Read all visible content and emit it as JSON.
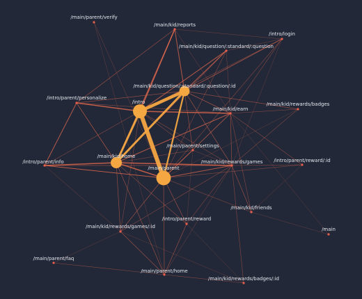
{
  "graph": {
    "background": "#222838",
    "edge_color": "#e86a4e",
    "node_color": "#e85f4e",
    "hub_color": "#f5a742",
    "label_color": "#e6e8ee",
    "nodes": [
      {
        "id": "verify",
        "label": "/main/parent/verify",
        "weight": 1
      },
      {
        "id": "reports",
        "label": "/main/kid/reports",
        "weight": 1
      },
      {
        "id": "login",
        "label": "/intro/login",
        "weight": 1
      },
      {
        "id": "qstd",
        "label": "/main/kid/question/:standard/:question",
        "weight": 1
      },
      {
        "id": "qstdid",
        "label": "/main/kid/question/:standard/:question/:id",
        "weight": 4
      },
      {
        "id": "personalize",
        "label": "/intro/parent/personalize",
        "weight": 1
      },
      {
        "id": "intro",
        "label": "/intro",
        "weight": 9
      },
      {
        "id": "earn",
        "label": "/main/kid/earn",
        "weight": 1
      },
      {
        "id": "badges",
        "label": "/main/kid/rewards/badges",
        "weight": 1
      },
      {
        "id": "settings",
        "label": "/main/parent/settings",
        "weight": 1
      },
      {
        "id": "home",
        "label": "/main/kid/home",
        "weight": 5
      },
      {
        "id": "info",
        "label": "/intro/parent/info",
        "weight": 1
      },
      {
        "id": "parent",
        "label": "/main/parent",
        "weight": 10
      },
      {
        "id": "games",
        "label": "/main/kid/rewards/games",
        "weight": 1
      },
      {
        "id": "rewardid",
        "label": "/intro/parent/reward/:id",
        "weight": 1
      },
      {
        "id": "friends",
        "label": "/main/kid/friends",
        "weight": 1
      },
      {
        "id": "gamesid",
        "label": "/main/kid/rewards/games/:id",
        "weight": 1
      },
      {
        "id": "ireward",
        "label": "/intro/parent/reward",
        "weight": 1
      },
      {
        "id": "main",
        "label": "/main",
        "weight": 1
      },
      {
        "id": "faq",
        "label": "/main/parent/faq",
        "weight": 1
      },
      {
        "id": "phome",
        "label": "/main/parent/home",
        "weight": 1
      },
      {
        "id": "badgesid",
        "label": "/main/kid/rewards/badges/:id",
        "weight": 1
      }
    ],
    "edges": [
      {
        "source": "intro",
        "target": "parent",
        "weight": 8
      },
      {
        "source": "intro",
        "target": "qstdid",
        "weight": 6
      },
      {
        "source": "home",
        "target": "qstdid",
        "weight": 4
      },
      {
        "source": "intro",
        "target": "home",
        "weight": 4
      },
      {
        "source": "parent",
        "target": "qstdid",
        "weight": 3
      },
      {
        "source": "home",
        "target": "parent",
        "weight": 2
      },
      {
        "source": "intro",
        "target": "personalize",
        "weight": 2
      },
      {
        "source": "intro",
        "target": "reports",
        "weight": 2
      },
      {
        "source": "intro",
        "target": "earn",
        "weight": 2
      },
      {
        "source": "intro",
        "target": "qstd",
        "weight": 1.5
      },
      {
        "source": "home",
        "target": "info",
        "weight": 2
      },
      {
        "source": "home",
        "target": "games",
        "weight": 2
      },
      {
        "source": "home",
        "target": "earn",
        "weight": 1.5
      },
      {
        "source": "home",
        "target": "reports",
        "weight": 1.5
      },
      {
        "source": "home",
        "target": "personalize",
        "weight": 1.2
      },
      {
        "source": "parent",
        "target": "games",
        "weight": 1.5
      },
      {
        "source": "parent",
        "target": "info",
        "weight": 1.2
      },
      {
        "source": "parent",
        "target": "earn",
        "weight": 1.2
      },
      {
        "source": "qstdid",
        "target": "reports",
        "weight": 1.5
      },
      {
        "source": "qstdid",
        "target": "qstd",
        "weight": 1.5
      },
      {
        "source": "qstdid",
        "target": "login",
        "weight": 1.2
      },
      {
        "source": "qstdid",
        "target": "earn",
        "weight": 1.2
      },
      {
        "source": "qstdid",
        "target": "badges",
        "weight": 1
      },
      {
        "source": "qstdid",
        "target": "games",
        "weight": 1
      },
      {
        "source": "qstdid",
        "target": "settings",
        "weight": 1
      },
      {
        "source": "qstdid",
        "target": "personalize",
        "weight": 1
      },
      {
        "source": "personalize",
        "target": "info",
        "weight": 1.5
      },
      {
        "source": "personalize",
        "target": "reports",
        "weight": 1
      },
      {
        "source": "personalize",
        "target": "earn",
        "weight": 0.8
      },
      {
        "source": "info",
        "target": "games",
        "weight": 1
      },
      {
        "source": "info",
        "target": "parent",
        "weight": 1
      },
      {
        "source": "earn",
        "target": "games",
        "weight": 1
      },
      {
        "source": "earn",
        "target": "login",
        "weight": 0.8
      },
      {
        "source": "earn",
        "target": "badges",
        "weight": 0.8
      },
      {
        "source": "earn",
        "target": "rewardid",
        "weight": 0.8
      },
      {
        "source": "earn",
        "target": "friends",
        "weight": 0.8
      },
      {
        "source": "games",
        "target": "friends",
        "weight": 1
      },
      {
        "source": "games",
        "target": "rewardid",
        "weight": 0.8
      },
      {
        "source": "games",
        "target": "gamesid",
        "weight": 0.8
      },
      {
        "source": "games",
        "target": "ireward",
        "weight": 0.8
      },
      {
        "source": "games",
        "target": "badgesid",
        "weight": 0.8
      },
      {
        "source": "games",
        "target": "badges",
        "weight": 0.6
      },
      {
        "source": "parent",
        "target": "ireward",
        "weight": 1
      },
      {
        "source": "parent",
        "target": "gamesid",
        "weight": 1
      },
      {
        "source": "parent",
        "target": "phome",
        "weight": 1
      },
      {
        "source": "parent",
        "target": "settings",
        "weight": 1
      },
      {
        "source": "parent",
        "target": "friends",
        "weight": 0.8
      },
      {
        "source": "parent",
        "target": "rewardid",
        "weight": 0.8
      },
      {
        "source": "parent",
        "target": "login",
        "weight": 0.8
      },
      {
        "source": "home",
        "target": "gamesid",
        "weight": 1
      },
      {
        "source": "home",
        "target": "phome",
        "weight": 1
      },
      {
        "source": "home",
        "target": "ireward",
        "weight": 0.8
      },
      {
        "source": "home",
        "target": "settings",
        "weight": 0.8
      },
      {
        "source": "intro",
        "target": "gamesid",
        "weight": 0.8
      },
      {
        "source": "intro",
        "target": "settings",
        "weight": 0.8
      },
      {
        "source": "intro",
        "target": "info",
        "weight": 0.8
      },
      {
        "source": "intro",
        "target": "login",
        "weight": 0.8
      },
      {
        "source": "intro",
        "target": "games",
        "weight": 0.8
      },
      {
        "source": "ireward",
        "target": "phome",
        "weight": 1
      },
      {
        "source": "gamesid",
        "target": "phome",
        "weight": 1
      },
      {
        "source": "faq",
        "target": "phome",
        "weight": 0.8
      },
      {
        "source": "phome",
        "target": "badgesid",
        "weight": 0.8
      },
      {
        "source": "phome",
        "target": "games",
        "weight": 0.6
      },
      {
        "source": "info",
        "target": "gamesid",
        "weight": 0.6
      },
      {
        "source": "verify",
        "target": "parent",
        "weight": 0.6
      },
      {
        "source": "verify",
        "target": "phome",
        "weight": 0.5
      },
      {
        "source": "reports",
        "target": "earn",
        "weight": 0.6
      },
      {
        "source": "reports",
        "target": "login",
        "weight": 0.6
      },
      {
        "source": "qstd",
        "target": "login",
        "weight": 0.6
      },
      {
        "source": "qstd",
        "target": "earn",
        "weight": 0.6
      },
      {
        "source": "qstd",
        "target": "parent",
        "weight": 0.8
      },
      {
        "source": "qstd",
        "target": "home",
        "weight": 0.8
      },
      {
        "source": "login",
        "target": "games",
        "weight": 0.5
      },
      {
        "source": "badges",
        "target": "games",
        "weight": 0.6
      },
      {
        "source": "badges",
        "target": "parent",
        "weight": 0.5
      },
      {
        "source": "rewardid",
        "target": "friends",
        "weight": 0.5
      },
      {
        "source": "friends",
        "target": "main",
        "weight": 0.5
      },
      {
        "source": "earn",
        "target": "main",
        "weight": 0.4
      },
      {
        "source": "badgesid",
        "target": "gamesid",
        "weight": 0.5
      },
      {
        "source": "badgesid",
        "target": "ireward",
        "weight": 0.5
      },
      {
        "source": "faq",
        "target": "gamesid",
        "weight": 0.4
      },
      {
        "source": "settings",
        "target": "games",
        "weight": 0.6
      },
      {
        "source": "settings",
        "target": "ireward",
        "weight": 0.5
      }
    ]
  }
}
